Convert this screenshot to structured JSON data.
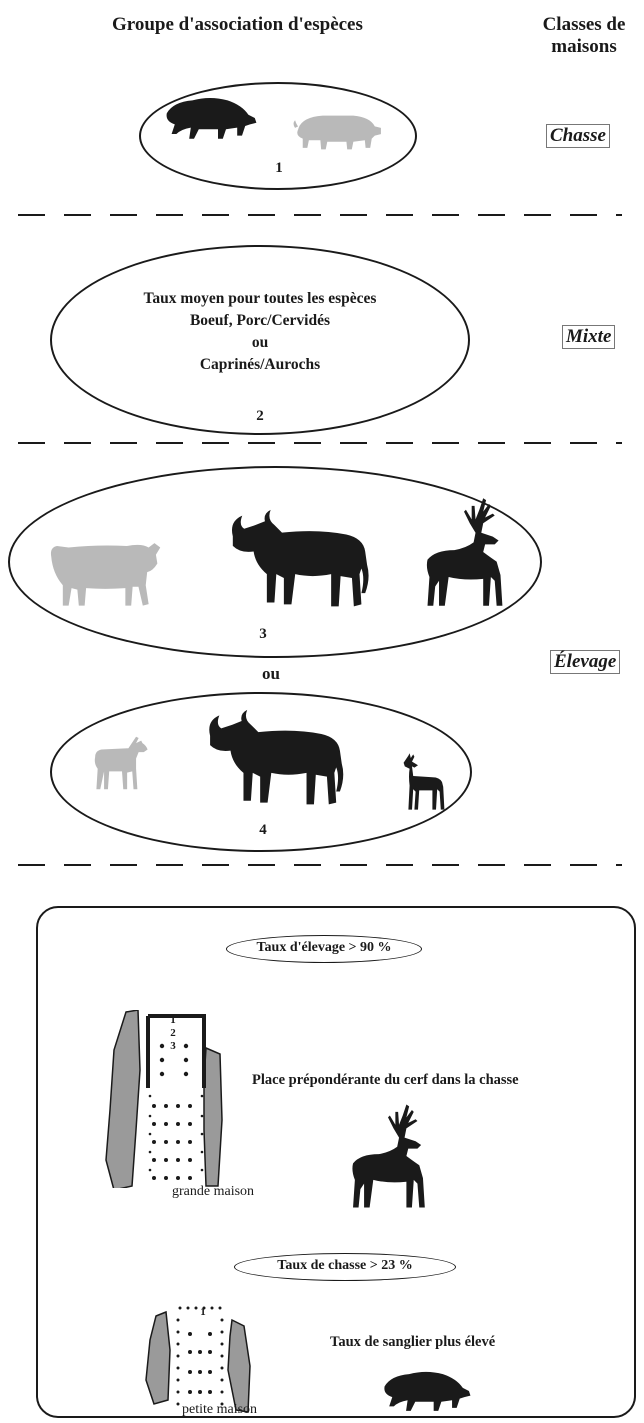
{
  "header": {
    "left_title": "Groupe d'association d'espèces",
    "right_title_line1": "Classes de",
    "right_title_line2": "maisons"
  },
  "groups": [
    {
      "number": "1",
      "species": [
        "sanglier",
        "porc"
      ]
    },
    {
      "number": "2",
      "text_lines": [
        "Taux moyen pour toutes les espèces",
        "Boeuf, Porc/Cervidés",
        "ou",
        "Caprinés/Aurochs"
      ]
    },
    {
      "number": "3",
      "species": [
        "boeuf",
        "aurochs",
        "cerf"
      ]
    },
    {
      "number": "4",
      "species": [
        "caprin",
        "aurochs",
        "chevreuil"
      ]
    }
  ],
  "connector": "ou",
  "classes": {
    "chasse": "Chasse",
    "mixte": "Mixte",
    "elevage": "Élevage"
  },
  "legend": {
    "large": {
      "rate_label": "Taux d'élevage  > 90 %",
      "annotation": "Place prépondérante du cerf dans la chasse",
      "caption": "grande maison",
      "unit_numbers": [
        "1",
        "2",
        "3"
      ]
    },
    "small": {
      "rate_label": "Taux de chasse  > 23 %",
      "annotation": "Taux de sanglier plus élevé",
      "caption": "petite maison",
      "unit_numbers": [
        "1"
      ]
    }
  },
  "colors": {
    "ink": "#1a1a1a",
    "domestic_grey": "#b9b9b9",
    "wall_grey": "#9a9a9a"
  }
}
